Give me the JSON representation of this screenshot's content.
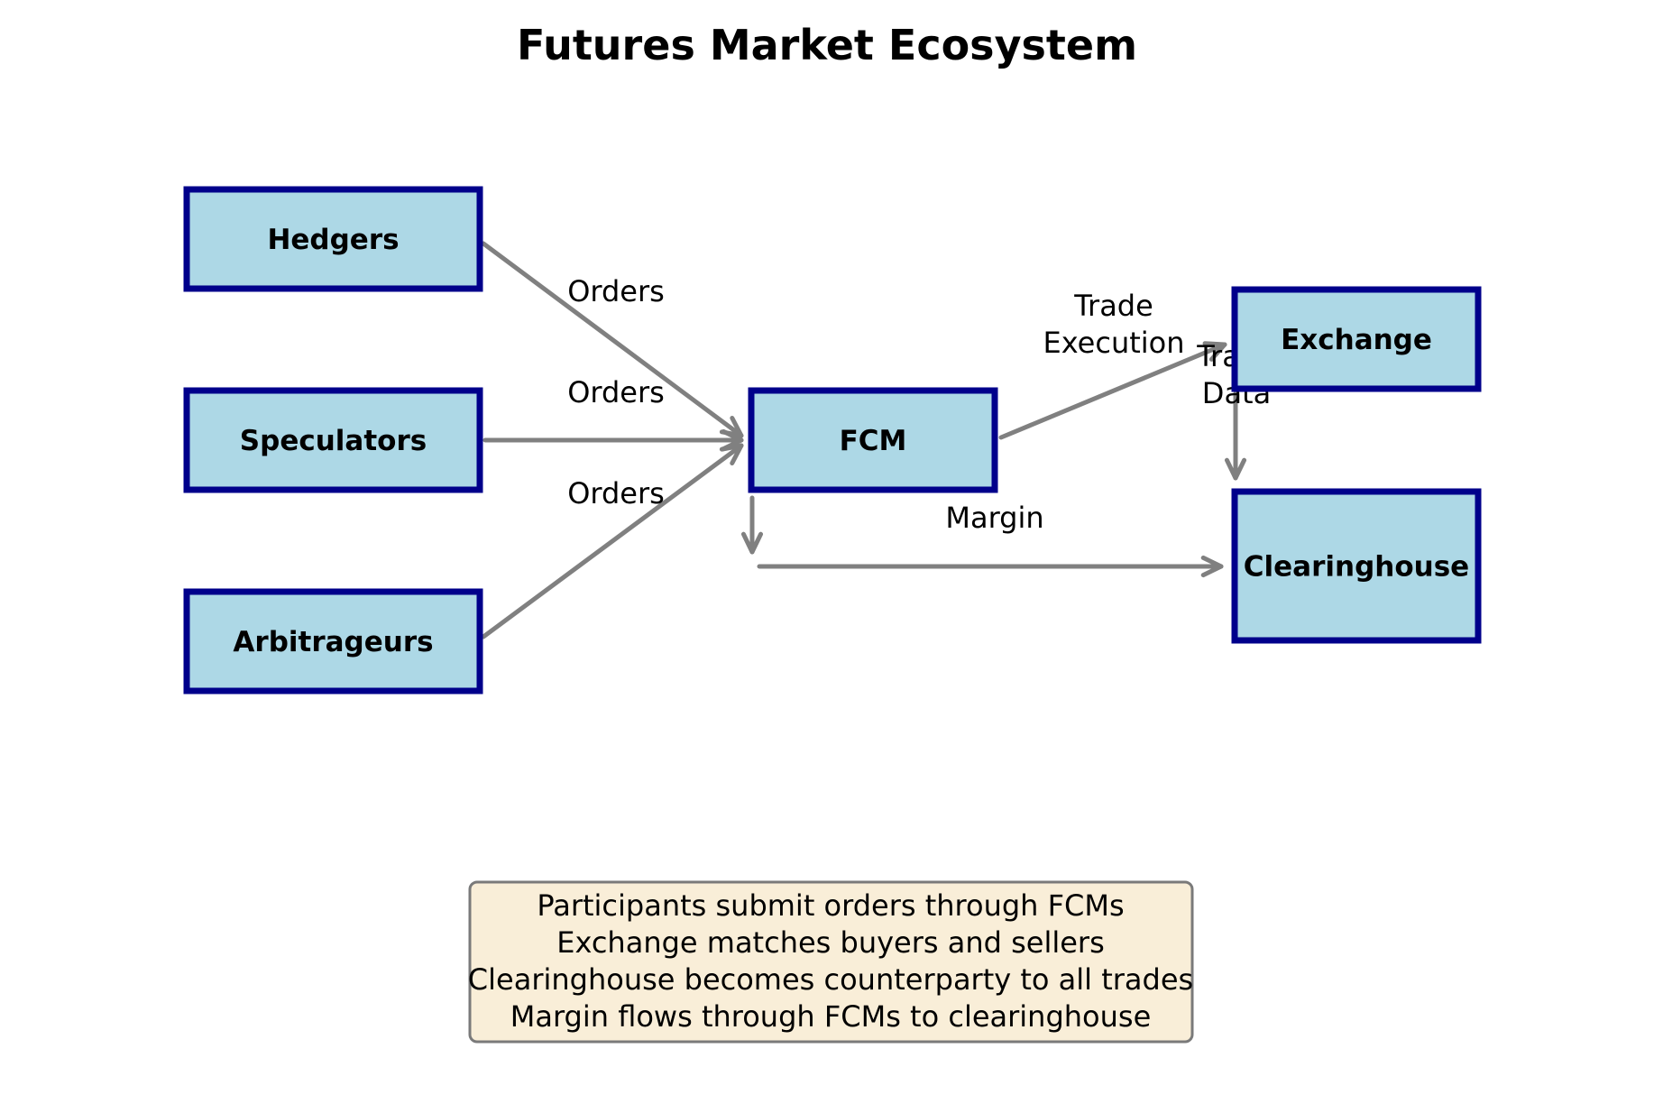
{
  "diagram": {
    "title": "Futures Market Ecosystem",
    "colors": {
      "node_fill": "#add8e6",
      "node_border": "#00008b",
      "arrow": "#808080",
      "note_fill": "#f9eed8",
      "note_border": "#7a7a7a"
    },
    "nodes": [
      {
        "id": "hedgers",
        "label": "Hedgers"
      },
      {
        "id": "speculators",
        "label": "Speculators"
      },
      {
        "id": "arbitrageurs",
        "label": "Arbitrageurs"
      },
      {
        "id": "fcm",
        "label": "FCM"
      },
      {
        "id": "exchange",
        "label": "Exchange"
      },
      {
        "id": "clearinghouse",
        "label": "Clearinghouse"
      }
    ],
    "edges": [
      {
        "id": "hedgers-fcm",
        "from": "hedgers",
        "to": "fcm",
        "label": [
          "Orders"
        ]
      },
      {
        "id": "speculators-fcm",
        "from": "speculators",
        "to": "fcm",
        "label": [
          "Orders"
        ]
      },
      {
        "id": "arbitrageurs-fcm",
        "from": "arbitrageurs",
        "to": "fcm",
        "label": [
          "Orders"
        ]
      },
      {
        "id": "fcm-exchange",
        "from": "fcm",
        "to": "exchange",
        "label": [
          "Trade",
          "Execution"
        ]
      },
      {
        "id": "exchange-clearinghouse",
        "from": "exchange",
        "to": "clearinghouse",
        "label": [
          "Trade",
          "Data"
        ]
      },
      {
        "id": "fcm-clearinghouse",
        "from": "fcm",
        "to": "clearinghouse",
        "label": [
          "Margin"
        ]
      }
    ],
    "note": {
      "lines": [
        "Participants submit orders through FCMs",
        "Exchange matches buyers and sellers",
        "Clearinghouse becomes counterparty to all trades",
        "Margin flows through FCMs to clearinghouse"
      ]
    }
  }
}
